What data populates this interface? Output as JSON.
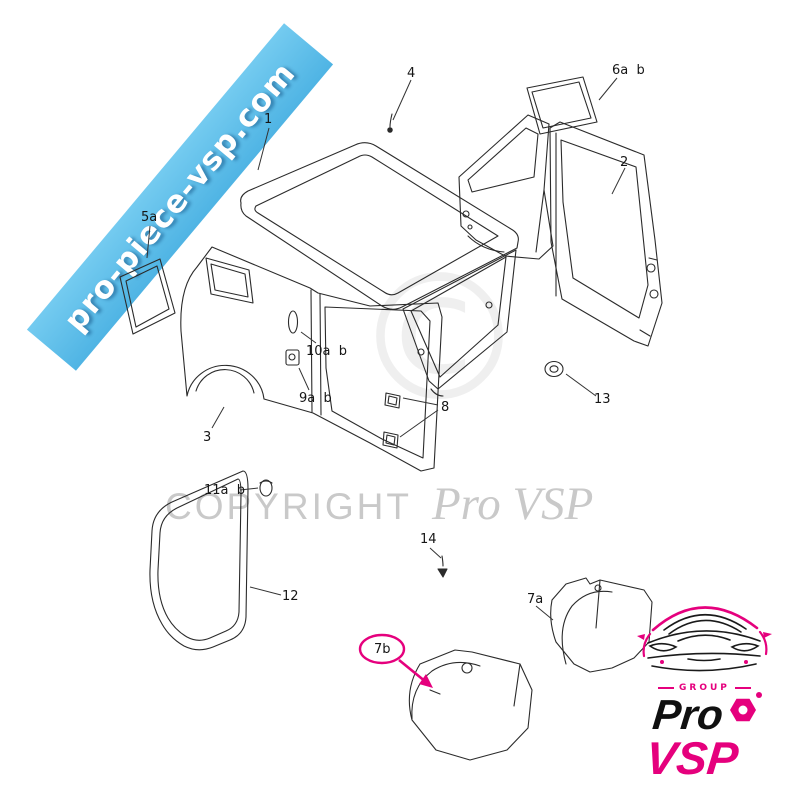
{
  "page": {
    "type": "vehicle-body-parts-exploded-diagram"
  },
  "watermark": {
    "ribbon_text": "pro-piece-vsp.com",
    "copyright_text": "COPYRIGHT",
    "brand_script": "Pro VSP",
    "copyright_symbol": "©"
  },
  "logo": {
    "group_label": "GROUP",
    "brand_pro": "Pro",
    "brand_vsp": "VSP"
  },
  "colors": {
    "ribbon_blue": "#55b9e6",
    "highlight_magenta": "#e5007d",
    "watermark_gray": "#c9c9c9",
    "line_ink": "#2b2b2b"
  },
  "callouts": [
    {
      "part": "1",
      "label": "1"
    },
    {
      "part": "2",
      "label": "2"
    },
    {
      "part": "3",
      "label": "3"
    },
    {
      "part": "4",
      "label": "4"
    },
    {
      "part": "5a",
      "label": "5a"
    },
    {
      "part": "6a-b",
      "label": "6a  b"
    },
    {
      "part": "7a",
      "label": "7a"
    },
    {
      "part": "7b",
      "label": "7b"
    },
    {
      "part": "8",
      "label": "8"
    },
    {
      "part": "9a-b",
      "label": "9a  b"
    },
    {
      "part": "10a-b",
      "label": "10a  b"
    },
    {
      "part": "11a-b",
      "label": "11a  b"
    },
    {
      "part": "12",
      "label": "12"
    },
    {
      "part": "13",
      "label": "13"
    },
    {
      "part": "14",
      "label": "14"
    }
  ]
}
